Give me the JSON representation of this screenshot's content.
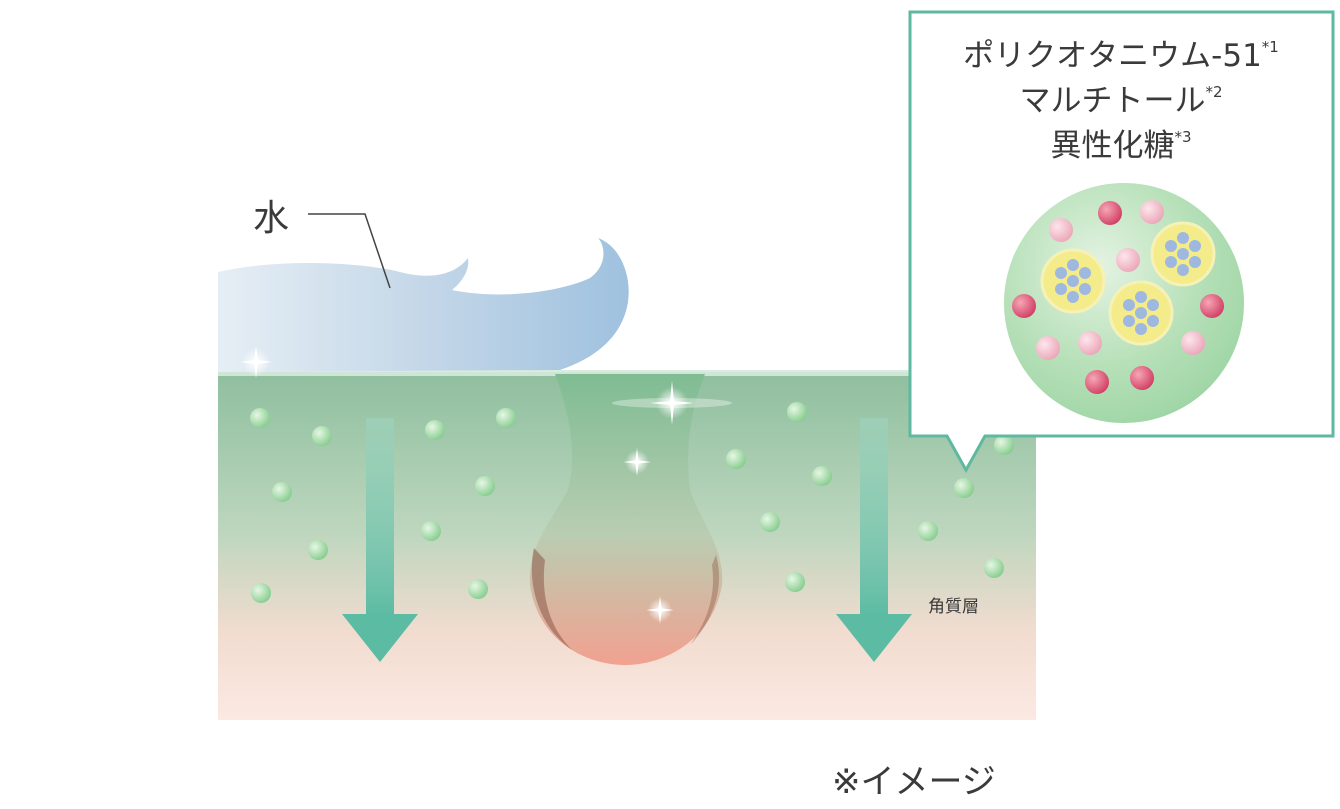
{
  "labels": {
    "water": "水",
    "stratum_corneum": "角質層",
    "image_note": "※イメージ"
  },
  "callout": {
    "ingredients": [
      {
        "name": "ポリクオタニウム-51",
        "note": "*1"
      },
      {
        "name": "マルチトール",
        "note": "*2"
      },
      {
        "name": "異性化糖",
        "note": "*3"
      }
    ]
  },
  "colors": {
    "water": "#a9c7e2",
    "skin_top": "#8fbf9f",
    "skin_bottom": "#fbe6de",
    "arrow": "#5bbba3",
    "callout_border": "#5fb8a0",
    "molecule_circle": "#a9dcb0",
    "droplet_green": "#9ed8a2",
    "bead_red": "#d94a6a",
    "bead_pink": "#f0b4c2",
    "cluster_yellow": "#f4ec8a",
    "cluster_blue": "#9fb8e0"
  }
}
